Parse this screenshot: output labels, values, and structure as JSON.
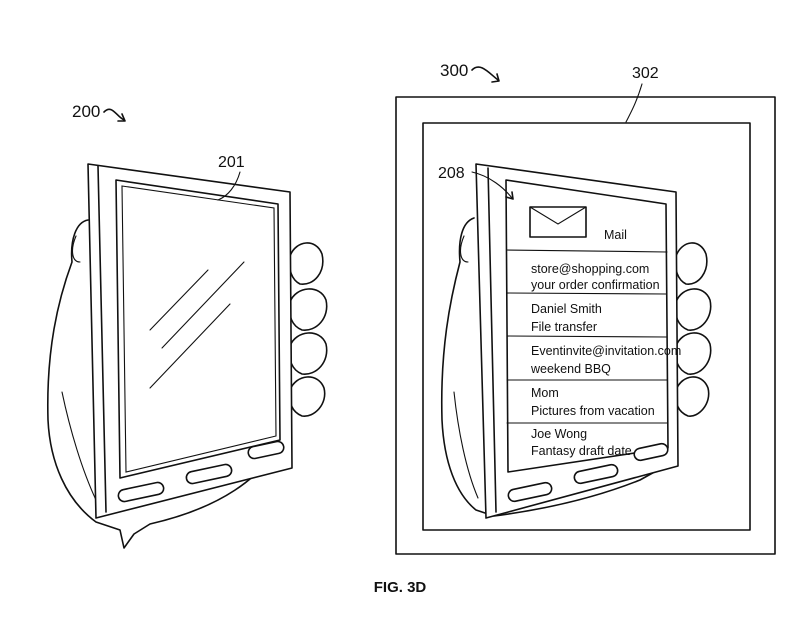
{
  "refs": {
    "device_200": "200",
    "screen_201": "201",
    "system_300": "300",
    "display_302": "302",
    "ui_208": "208"
  },
  "mail": {
    "header": "Mail",
    "items": [
      {
        "line1": "store@shopping.com",
        "line2": "your order confirmation"
      },
      {
        "line1": "Daniel Smith",
        "line2": "File transfer"
      },
      {
        "line1": "Eventinvite@invitation.com",
        "line2": "weekend BBQ"
      },
      {
        "line1": "Mom",
        "line2": "Pictures from vacation"
      },
      {
        "line1": "Joe Wong",
        "line2": "Fantasy draft date"
      }
    ]
  },
  "caption": "FIG. 3D"
}
